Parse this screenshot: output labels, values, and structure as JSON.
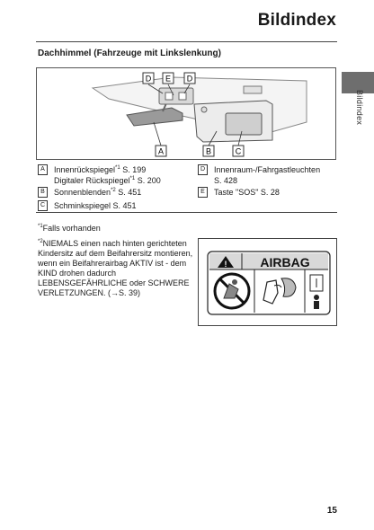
{
  "page": {
    "title": "Bildindex",
    "side_tab_label": "Bildindex",
    "page_number": "15"
  },
  "section": {
    "heading": "Dachhimmel (Fahrzeuge mit Linkslenkung)"
  },
  "figure": {
    "callouts": [
      "D",
      "E",
      "D",
      "A",
      "B",
      "C"
    ]
  },
  "legend": {
    "A": {
      "letter": "A",
      "line1": "Innenrückspiegel",
      "line1_sup": "*1",
      "line1_ref": " S. 199",
      "line2": "Digitaler Rückspiegel",
      "line2_sup": "*1",
      "line2_ref": " S. 200"
    },
    "B": {
      "letter": "B",
      "text": "Sonnenblenden",
      "sup": "*2",
      "ref": " S. 451"
    },
    "C": {
      "letter": "C",
      "text": "Schminkspiegel S. 451"
    },
    "D": {
      "letter": "D",
      "line1": "Innenraum-/Fahrgastleuchten",
      "line2": "S. 428"
    },
    "E": {
      "letter": "E",
      "text": "Taste \"SOS\" S. 28"
    }
  },
  "footnotes": {
    "n1_mark": "*1",
    "n1_text": "Falls vorhanden",
    "n2_mark": "*2",
    "n2_text": "NIEMALS einen nach hinten gerichteten Kindersitz auf dem Beifahrersitz montieren, wenn ein Beifahrerairbag AKTIV ist - dem KIND drohen dadurch LEBENSGEFÄHRLICHE oder SCHWERE VERLETZUNGEN. (→S. 39)"
  },
  "airbag_label": {
    "warning_symbol": "!",
    "title": "AIRBAG"
  }
}
